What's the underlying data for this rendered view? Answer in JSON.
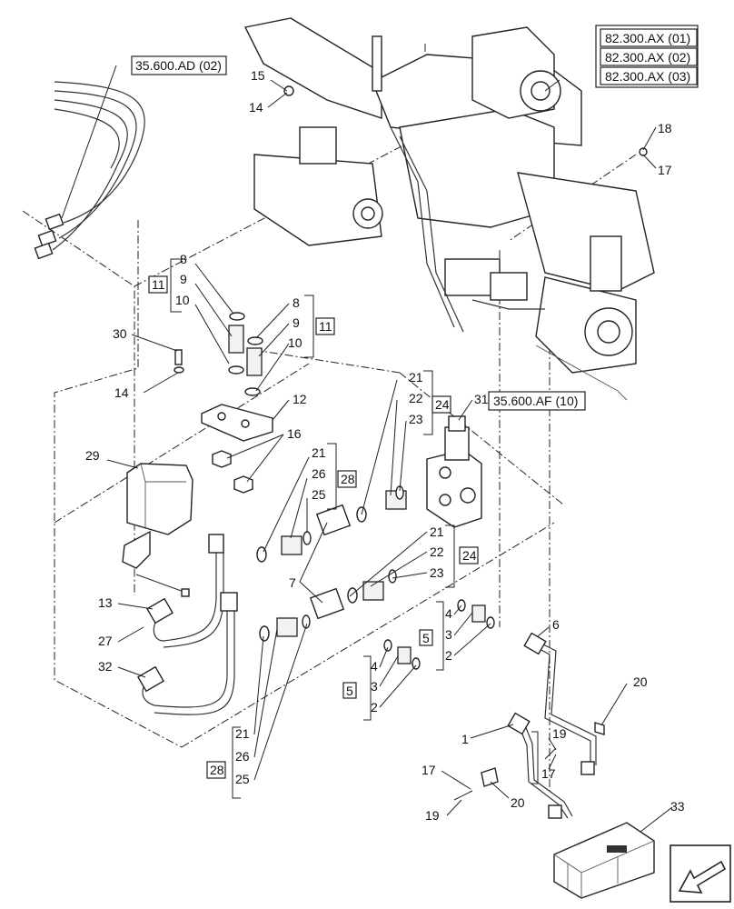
{
  "diagram": {
    "refs": {
      "r_35600ad02": "35.600.AD (02)",
      "r_82300ax01": "82.300.AX (01)",
      "r_82300ax02": "82.300.AX (02)",
      "r_82300ax03": "82.300.AX (03)",
      "r_35600af10": "35.600.AF (10)"
    },
    "labels": {
      "n15": "15",
      "n14a": "14",
      "n18": "18",
      "n17a": "17",
      "n8a": "8",
      "n9a": "9",
      "n10a": "10",
      "n11a": "11",
      "n8b": "8",
      "n9b": "9",
      "n10b": "10",
      "n11b": "11",
      "n30": "30",
      "n14b": "14",
      "n12": "12",
      "n16": "16",
      "n29": "29",
      "n21a": "21",
      "n22a": "22",
      "n23a": "23",
      "n24a": "24",
      "n31": "31",
      "n21b": "21",
      "n26a": "26",
      "n25a": "25",
      "n28a": "28",
      "n21c": "21",
      "n22b": "22",
      "n23b": "23",
      "n24b": "24",
      "n7": "7",
      "n13": "13",
      "n27": "27",
      "n32": "32",
      "n4a": "4",
      "n3a": "3",
      "n2a": "2",
      "n5a": "5",
      "n6": "6",
      "n4b": "4",
      "n3b": "3",
      "n2b": "2",
      "n5b": "5",
      "n20a": "20",
      "n1": "1",
      "n19a": "19",
      "n17b": "17",
      "n17c": "17",
      "n20b": "20",
      "n19b": "19",
      "n21d": "21",
      "n26b": "26",
      "n25b": "25",
      "n28b": "28",
      "n33": "33"
    }
  }
}
